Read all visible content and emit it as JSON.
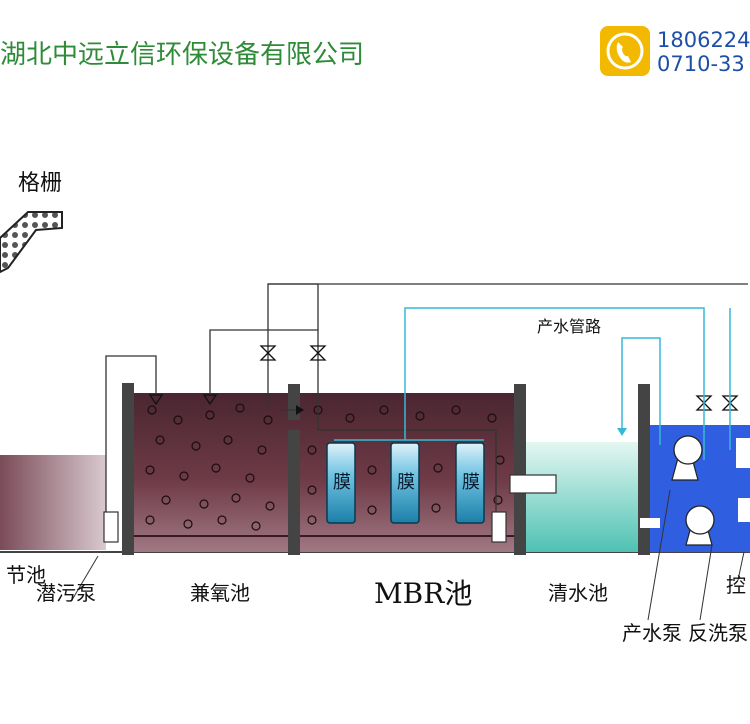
{
  "header": {
    "company_name": "湖北中远立信环保设备有限公司",
    "phone_1": "1806224",
    "phone_2": "0710-33",
    "icon": "phone-icon"
  },
  "diagram": {
    "labels": {
      "screen": "格栅",
      "regulating_tank": "节池",
      "sewage_pump": "潜污泵",
      "anoxic_tank": "兼氧池",
      "mbr_tank": "MBR池",
      "clear_water_tank": "清水池",
      "control": "控",
      "product_pump": "产水泵",
      "backwash_pump": "反洗泵",
      "product_pipe": "产水管路",
      "membrane_1": "膜",
      "membrane_2": "膜",
      "membrane_3": "膜"
    },
    "colors": {
      "sludge": "#6b3a44",
      "clear_water": "#cfeee6",
      "pump_room": "#2f5fe0",
      "membrane": "#3aa6cf",
      "product_pipe": "#37b9d6",
      "company_text": "#2e8b37",
      "phone_text": "#1d4fa8"
    }
  }
}
